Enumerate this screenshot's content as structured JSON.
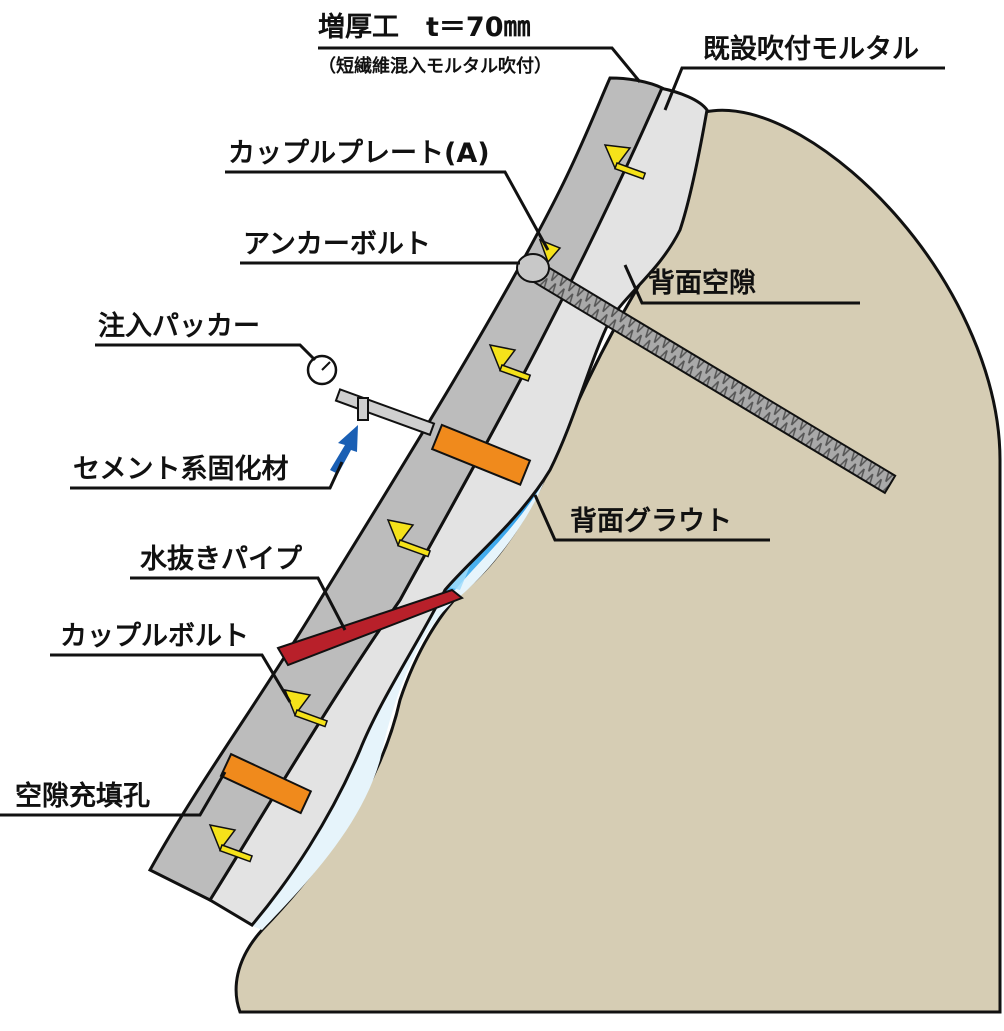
{
  "title": "増厚工による吹付モルタル補強 断面図",
  "labels": {
    "thickening": "増厚工　t＝70㎜",
    "thickening_sub": "（短繊維混入モルタル吹付）",
    "existing_mortar": "既設吹付モルタル",
    "couple_plate": "カップルプレート(A)",
    "anchor_bolt": "アンカーボルト",
    "back_void": "背面空隙",
    "injection_packer": "注入パッカー",
    "cement_material": "セメント系固化材",
    "back_grout": "背面グラウト",
    "drain_pipe": "水抜きパイプ",
    "couple_bolt": "カップルボルト",
    "void_fill_hole": "空隙充填孔"
  },
  "colors": {
    "rock": "#d6cdb4",
    "thickening_layer": "#bcbcbc",
    "existing_layer": "#e3e3e3",
    "grout": "#3aa8ea",
    "void": "#e6f4fb",
    "plate": "#f5e21a",
    "orange": "#f08a1c",
    "drain": "#b8202a",
    "arrow": "#1a5fb4"
  }
}
